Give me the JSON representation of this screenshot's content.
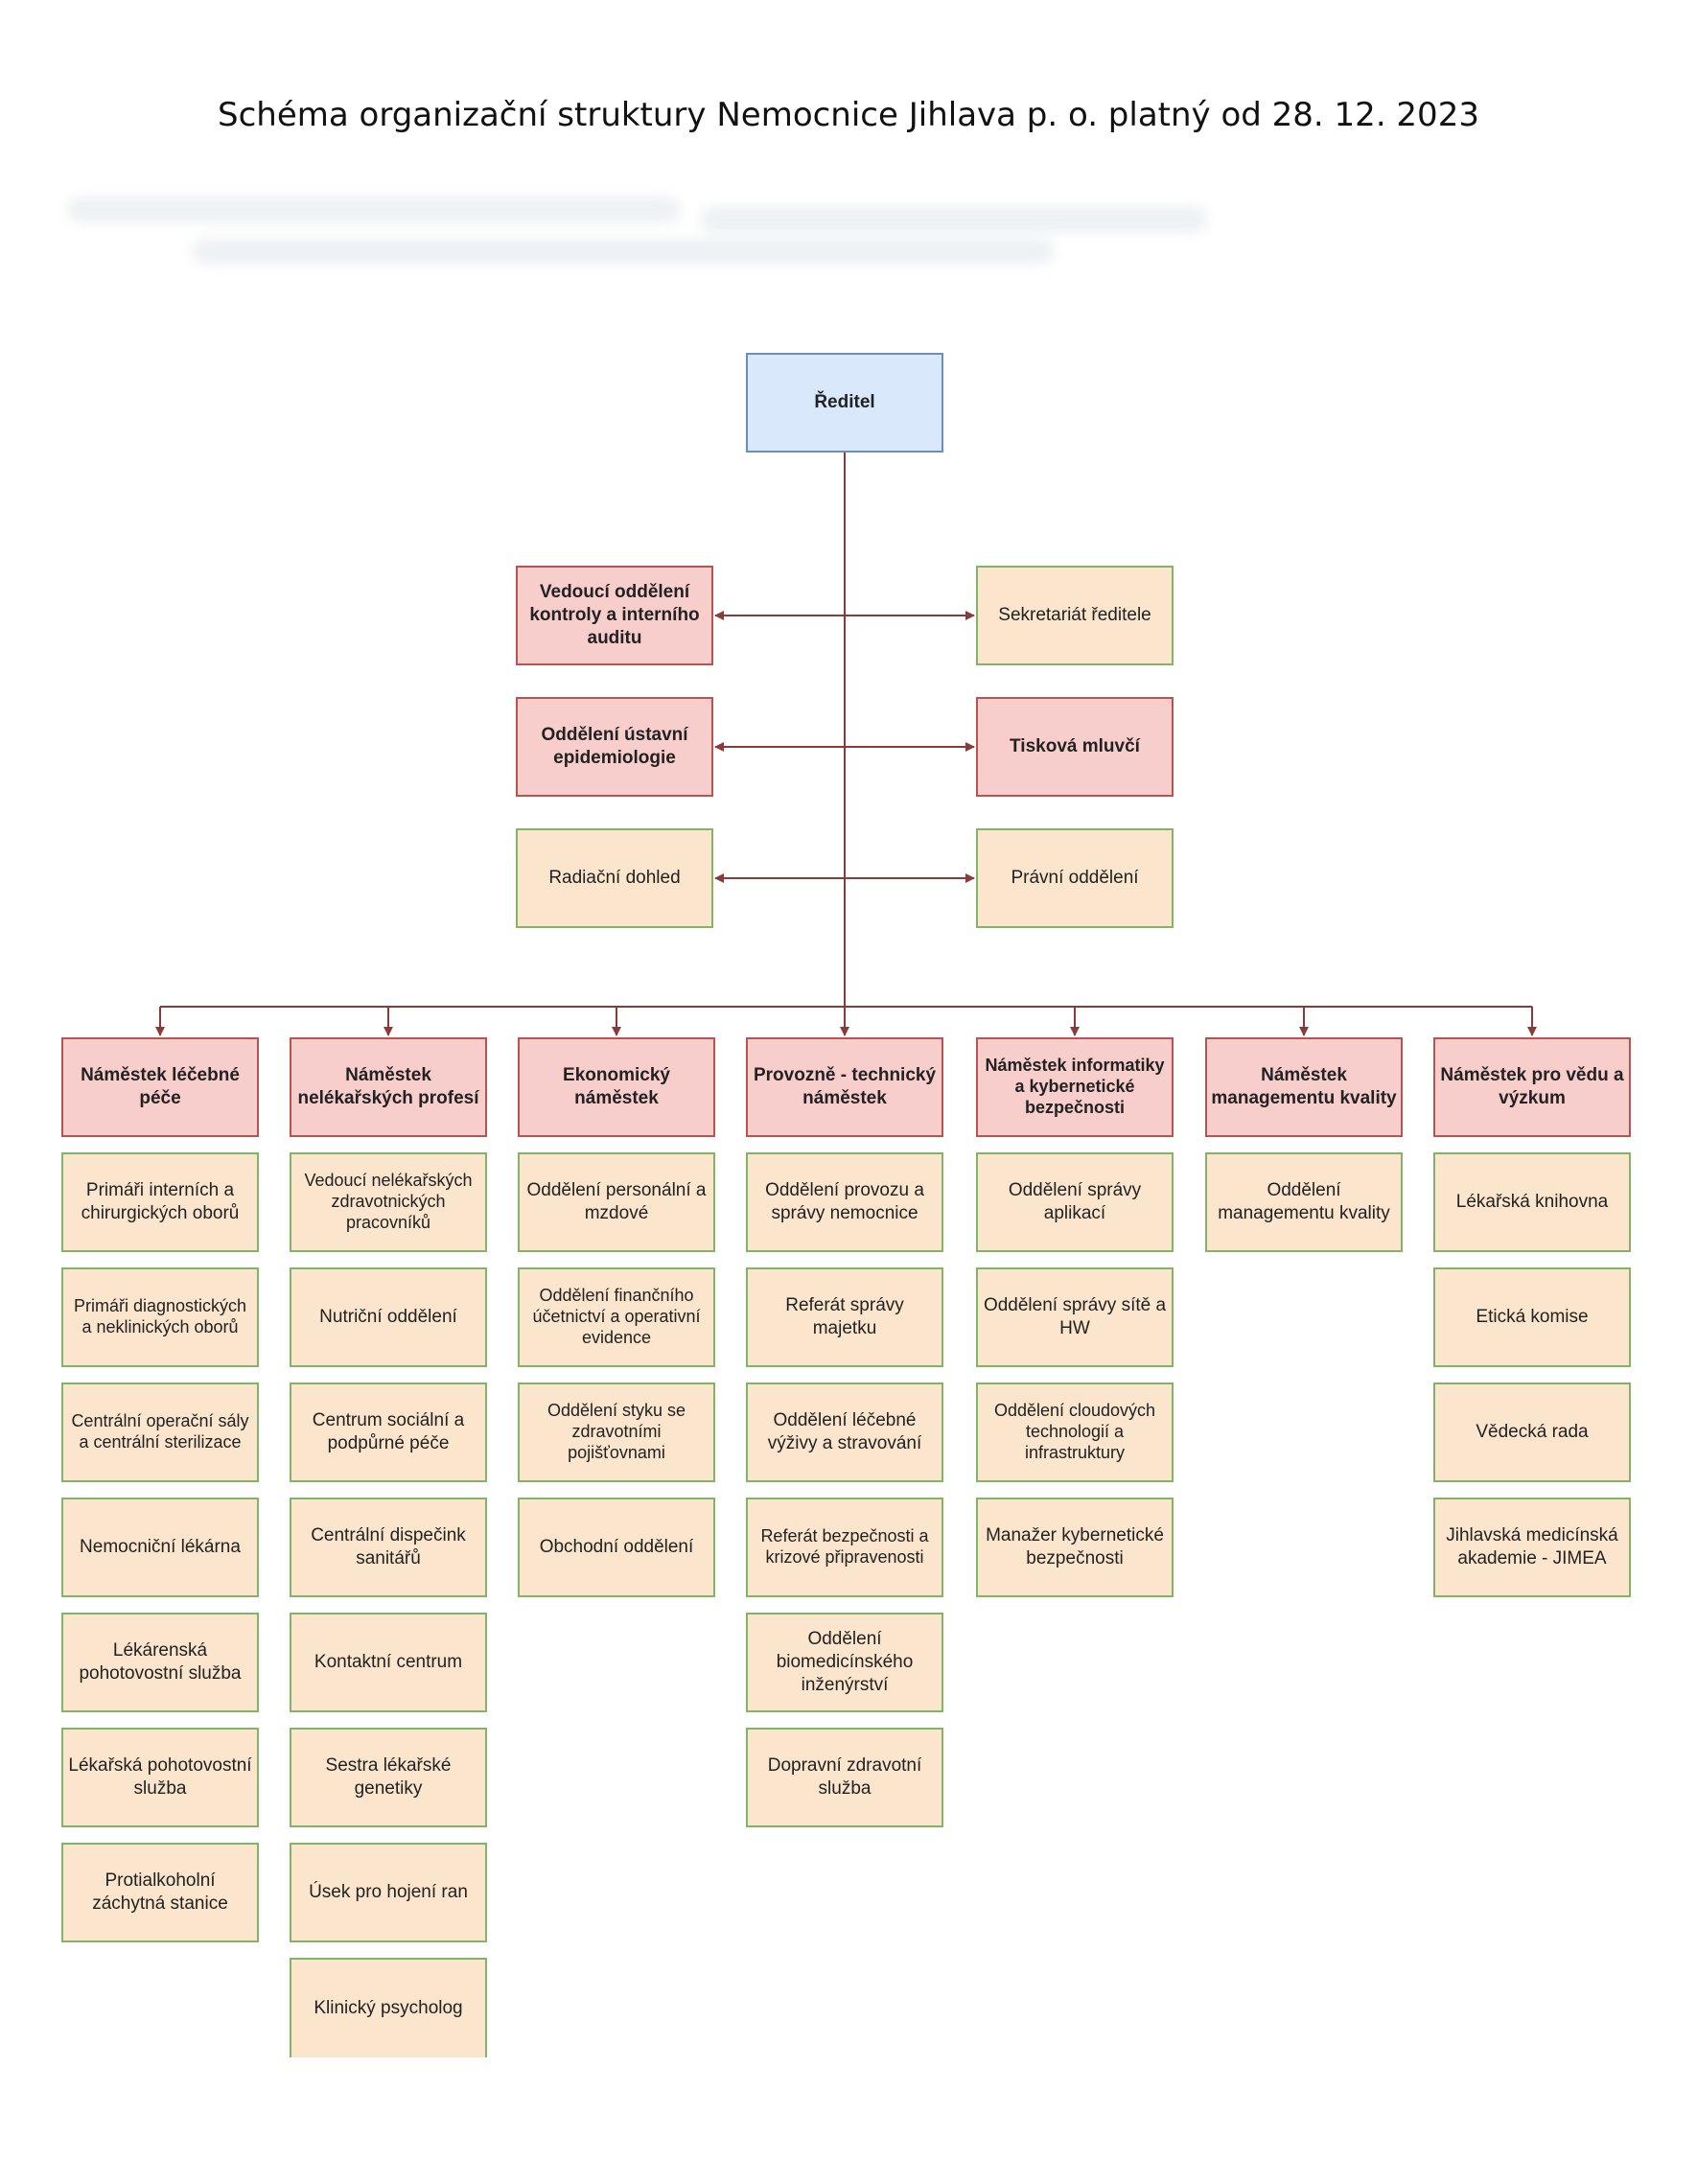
{
  "title": "Schéma organizační struktury Nemocnice Jihlava p. o. platný od 28. 12. 2023",
  "colors": {
    "director_fill": "#dae8fc",
    "director_border": "#6c8ebf",
    "management_fill": "#f8cecc",
    "management_border": "#b85450",
    "unit_fill": "#fce5cd",
    "unit_border": "#82b366",
    "connector": "#8b3a3a"
  },
  "director": "Ředitel",
  "staff_left": [
    "Vedoucí oddělení kontroly a interního auditu",
    "Oddělení ústavní epidemiologie",
    "Radiační dohled"
  ],
  "staff_right": [
    "Sekretariát ředitele",
    "Tisková mluvčí",
    "Právní oddělení"
  ],
  "columns": [
    {
      "head": "Náměstek léčebné péče",
      "units": [
        "Primáři interních a chirurgických oborů",
        "Primáři diagnostických a neklinických oborů",
        "Centrální operační sály a centrální sterilizace",
        "Nemocniční lékárna",
        "Lékárenská pohotovostní služba",
        "Lékařská pohotovostní služba",
        "Protialkoholní záchytná stanice"
      ]
    },
    {
      "head": "Náměstek nelékařských profesí",
      "units": [
        "Vedoucí nelékařských zdravotnických pracovníků",
        "Nutriční oddělení",
        "Centrum sociální a podpůrné péče",
        "Centrální dispečink sanitářů",
        "Kontaktní centrum",
        "Sestra lékařské genetiky",
        "Úsek pro hojení ran",
        "Klinický psycholog"
      ]
    },
    {
      "head": "Ekonomický náměstek",
      "units": [
        "Oddělení personální a mzdové",
        "Oddělení finančního účetnictví a operativní evidence",
        "Oddělení styku se zdravotními pojišťovnami",
        "Obchodní oddělení"
      ]
    },
    {
      "head": "Provozně - technický náměstek",
      "units": [
        "Oddělení provozu a správy nemocnice",
        "Referát správy majetku",
        "Oddělení léčebné výživy a stravování",
        "Referát bezpečnosti a krizové připravenosti",
        "Oddělení biomedicínského inženýrství",
        "Dopravní zdravotní služba"
      ]
    },
    {
      "head": "Náměstek informatiky a kybernetické bezpečnosti",
      "units": [
        "Oddělení správy aplikací",
        "Oddělení správy sítě a HW",
        "Oddělení cloudových technologií a infrastruktury",
        "Manažer kybernetické bezpečnosti"
      ]
    },
    {
      "head": "Náměstek managementu kvality",
      "units": [
        "Oddělení managementu kvality"
      ]
    },
    {
      "head": "Náměstek pro vědu a výzkum",
      "units": [
        "Lékařská knihovna",
        "Etická komise",
        "Vědecká rada",
        "Jihlavská medicínská akademie - JIMEA"
      ]
    }
  ]
}
